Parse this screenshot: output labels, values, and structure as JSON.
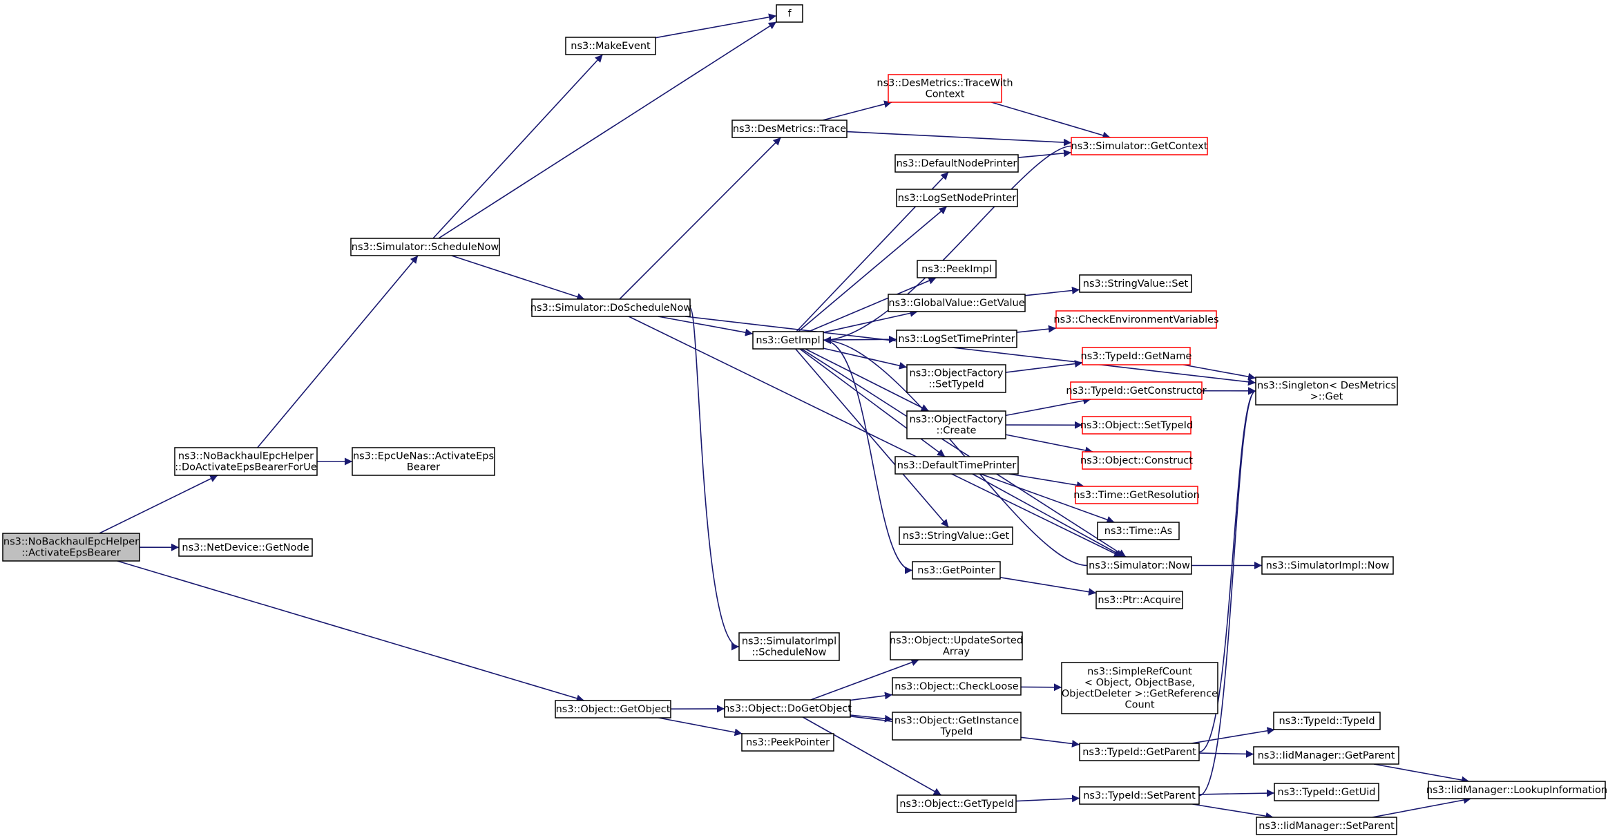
{
  "colors": {
    "edge": "#191970",
    "node_border": "#000000",
    "node_border_truncated": "#ff0000",
    "root_fill": "#bfbfbf",
    "node_fill": "#ffffff"
  },
  "nodes": [
    {
      "id": "root",
      "lines": [
        "ns3::NoBackhaulEpcHelper",
        "::ActivateEpsBearer"
      ],
      "style": "root"
    },
    {
      "id": "doActivate",
      "lines": [
        "ns3::NoBackhaulEpcHelper",
        "::DoActivateEpsBearerForUe"
      ],
      "style": "normal"
    },
    {
      "id": "getNode",
      "lines": [
        "ns3::NetDevice::GetNode"
      ],
      "style": "normal"
    },
    {
      "id": "getObject",
      "lines": [
        "ns3::Object::GetObject"
      ],
      "style": "normal"
    },
    {
      "id": "scheduleNow",
      "lines": [
        "ns3::Simulator::ScheduleNow"
      ],
      "style": "normal"
    },
    {
      "id": "epcActivate",
      "lines": [
        "ns3::EpcUeNas::ActivateEps",
        "Bearer"
      ],
      "style": "normal"
    },
    {
      "id": "makeEvent",
      "lines": [
        "ns3::MakeEvent"
      ],
      "style": "normal"
    },
    {
      "id": "f",
      "lines": [
        "f"
      ],
      "style": "normal"
    },
    {
      "id": "doScheduleNow",
      "lines": [
        "ns3::Simulator::DoScheduleNow"
      ],
      "style": "normal"
    },
    {
      "id": "desTrace",
      "lines": [
        "ns3::DesMetrics::Trace"
      ],
      "style": "normal"
    },
    {
      "id": "traceWithContext",
      "lines": [
        "ns3::DesMetrics::TraceWith",
        "Context"
      ],
      "style": "truncated"
    },
    {
      "id": "getContext",
      "lines": [
        "ns3::Simulator::GetContext"
      ],
      "style": "truncated"
    },
    {
      "id": "singletonGet",
      "lines": [
        "ns3::Singleton< DesMetrics",
        " >::Get"
      ],
      "style": "normal"
    },
    {
      "id": "getImpl",
      "lines": [
        "ns3::GetImpl"
      ],
      "style": "normal"
    },
    {
      "id": "simImplScheduleNow",
      "lines": [
        "ns3::SimulatorImpl",
        "::ScheduleNow"
      ],
      "style": "normal"
    },
    {
      "id": "simulatorNow",
      "lines": [
        "ns3::Simulator::Now"
      ],
      "style": "normal"
    },
    {
      "id": "defaultNodePrinter",
      "lines": [
        "ns3::DefaultNodePrinter"
      ],
      "style": "normal"
    },
    {
      "id": "logSetNodePrinter",
      "lines": [
        "ns3::LogSetNodePrinter"
      ],
      "style": "normal"
    },
    {
      "id": "peekImpl",
      "lines": [
        "ns3::PeekImpl"
      ],
      "style": "normal"
    },
    {
      "id": "globalValueGetValue",
      "lines": [
        "ns3::GlobalValue::GetValue"
      ],
      "style": "normal"
    },
    {
      "id": "logSetTimePrinter",
      "lines": [
        "ns3::LogSetTimePrinter"
      ],
      "style": "normal"
    },
    {
      "id": "ofSetTypeId",
      "lines": [
        "ns3::ObjectFactory",
        "::SetTypeId"
      ],
      "style": "normal"
    },
    {
      "id": "ofCreate",
      "lines": [
        "ns3::ObjectFactory",
        "::Create"
      ],
      "style": "normal"
    },
    {
      "id": "defaultTimePrinter",
      "lines": [
        "ns3::DefaultTimePrinter"
      ],
      "style": "normal"
    },
    {
      "id": "stringValueGet",
      "lines": [
        "ns3::StringValue::Get"
      ],
      "style": "normal"
    },
    {
      "id": "getPointer",
      "lines": [
        "ns3::GetPointer"
      ],
      "style": "normal"
    },
    {
      "id": "stringValueSet",
      "lines": [
        "ns3::StringValue::Set"
      ],
      "style": "normal"
    },
    {
      "id": "checkEnv",
      "lines": [
        "ns3::CheckEnvironmentVariables"
      ],
      "style": "truncated"
    },
    {
      "id": "typeIdGetName",
      "lines": [
        "ns3::TypeId::GetName"
      ],
      "style": "truncated"
    },
    {
      "id": "typeIdGetConstructor",
      "lines": [
        "ns3::TypeId::GetConstructor"
      ],
      "style": "truncated"
    },
    {
      "id": "objectSetTypeId",
      "lines": [
        "ns3::Object::SetTypeId"
      ],
      "style": "truncated"
    },
    {
      "id": "objectConstruct",
      "lines": [
        "ns3::Object::Construct"
      ],
      "style": "truncated"
    },
    {
      "id": "timeGetResolution",
      "lines": [
        "ns3::Time::GetResolution"
      ],
      "style": "truncated"
    },
    {
      "id": "timeAs",
      "lines": [
        "ns3::Time::As"
      ],
      "style": "normal"
    },
    {
      "id": "simImplNow",
      "lines": [
        "ns3::SimulatorImpl::Now"
      ],
      "style": "normal"
    },
    {
      "id": "ptrAcquire",
      "lines": [
        "ns3::Ptr::Acquire"
      ],
      "style": "normal"
    },
    {
      "id": "doGetObject",
      "lines": [
        "ns3::Object::DoGetObject"
      ],
      "style": "normal"
    },
    {
      "id": "peekPointer",
      "lines": [
        "ns3::PeekPointer"
      ],
      "style": "normal"
    },
    {
      "id": "updateSorted",
      "lines": [
        "ns3::Object::UpdateSorted",
        "Array"
      ],
      "style": "normal"
    },
    {
      "id": "checkLoose",
      "lines": [
        "ns3::Object::CheckLoose"
      ],
      "style": "normal"
    },
    {
      "id": "getInstanceTypeId",
      "lines": [
        "ns3::Object::GetInstance",
        "TypeId"
      ],
      "style": "normal"
    },
    {
      "id": "typeIdGetParent",
      "lines": [
        "ns3::TypeId::GetParent"
      ],
      "style": "normal"
    },
    {
      "id": "objectGetTypeId",
      "lines": [
        "ns3::Object::GetTypeId"
      ],
      "style": "normal"
    },
    {
      "id": "typeIdSetParent",
      "lines": [
        "ns3::TypeId::SetParent"
      ],
      "style": "normal"
    },
    {
      "id": "simpleRefCount",
      "lines": [
        "ns3::SimpleRefCount",
        "< Object, ObjectBase,",
        " ObjectDeleter >::GetReference",
        "Count"
      ],
      "style": "normal"
    },
    {
      "id": "typeIdTypeId",
      "lines": [
        "ns3::TypeId::TypeId"
      ],
      "style": "normal"
    },
    {
      "id": "iidGetParent",
      "lines": [
        "ns3::IidManager::GetParent"
      ],
      "style": "normal"
    },
    {
      "id": "typeIdGetUid",
      "lines": [
        "ns3::TypeId::GetUid"
      ],
      "style": "normal"
    },
    {
      "id": "iidSetParent",
      "lines": [
        "ns3::IidManager::SetParent"
      ],
      "style": "normal"
    },
    {
      "id": "iidLookup",
      "lines": [
        "ns3::IidManager::LookupInformation"
      ],
      "style": "normal"
    }
  ],
  "edges": [
    [
      "root",
      "doActivate"
    ],
    [
      "root",
      "getNode"
    ],
    [
      "root",
      "getObject"
    ],
    [
      "doActivate",
      "scheduleNow"
    ],
    [
      "doActivate",
      "epcActivate"
    ],
    [
      "scheduleNow",
      "makeEvent"
    ],
    [
      "scheduleNow",
      "f"
    ],
    [
      "scheduleNow",
      "doScheduleNow"
    ],
    [
      "makeEvent",
      "f"
    ],
    [
      "doScheduleNow",
      "desTrace"
    ],
    [
      "doScheduleNow",
      "singletonGet"
    ],
    [
      "doScheduleNow",
      "getImpl"
    ],
    [
      "doScheduleNow",
      "simImplScheduleNow"
    ],
    [
      "doScheduleNow",
      "simulatorNow"
    ],
    [
      "desTrace",
      "traceWithContext"
    ],
    [
      "desTrace",
      "getContext"
    ],
    [
      "traceWithContext",
      "getContext"
    ],
    [
      "getContext",
      "getImpl"
    ],
    [
      "getImpl",
      "defaultNodePrinter"
    ],
    [
      "getImpl",
      "logSetNodePrinter"
    ],
    [
      "getImpl",
      "peekImpl"
    ],
    [
      "getImpl",
      "globalValueGetValue"
    ],
    [
      "getImpl",
      "logSetTimePrinter"
    ],
    [
      "getImpl",
      "ofSetTypeId"
    ],
    [
      "getImpl",
      "ofCreate"
    ],
    [
      "getImpl",
      "defaultTimePrinter"
    ],
    [
      "getImpl",
      "stringValueGet"
    ],
    [
      "getImpl",
      "getPointer"
    ],
    [
      "getImpl",
      "simulatorNow"
    ],
    [
      "defaultNodePrinter",
      "getContext"
    ],
    [
      "globalValueGetValue",
      "stringValueSet"
    ],
    [
      "logSetTimePrinter",
      "checkEnv"
    ],
    [
      "ofSetTypeId",
      "typeIdGetName"
    ],
    [
      "ofCreate",
      "typeIdGetConstructor"
    ],
    [
      "ofCreate",
      "objectSetTypeId"
    ],
    [
      "ofCreate",
      "objectConstruct"
    ],
    [
      "defaultTimePrinter",
      "timeGetResolution"
    ],
    [
      "defaultTimePrinter",
      "timeAs"
    ],
    [
      "defaultTimePrinter",
      "simulatorNow"
    ],
    [
      "getPointer",
      "ptrAcquire"
    ],
    [
      "simulatorNow",
      "getImpl"
    ],
    [
      "simulatorNow",
      "simImplNow"
    ],
    [
      "typeIdGetName",
      "singletonGet"
    ],
    [
      "typeIdGetConstructor",
      "singletonGet"
    ],
    [
      "getObject",
      "doGetObject"
    ],
    [
      "getObject",
      "peekPointer"
    ],
    [
      "doGetObject",
      "updateSorted"
    ],
    [
      "doGetObject",
      "checkLoose"
    ],
    [
      "doGetObject",
      "getInstanceTypeId"
    ],
    [
      "doGetObject",
      "typeIdGetParent"
    ],
    [
      "doGetObject",
      "objectGetTypeId"
    ],
    [
      "checkLoose",
      "simpleRefCount"
    ],
    [
      "objectGetTypeId",
      "typeIdSetParent"
    ],
    [
      "typeIdGetParent",
      "singletonGet"
    ],
    [
      "typeIdGetParent",
      "typeIdTypeId"
    ],
    [
      "typeIdGetParent",
      "iidGetParent"
    ],
    [
      "typeIdSetParent",
      "singletonGet"
    ],
    [
      "typeIdSetParent",
      "typeIdGetUid"
    ],
    [
      "typeIdSetParent",
      "iidSetParent"
    ],
    [
      "iidGetParent",
      "iidLookup"
    ],
    [
      "iidSetParent",
      "iidLookup"
    ]
  ]
}
